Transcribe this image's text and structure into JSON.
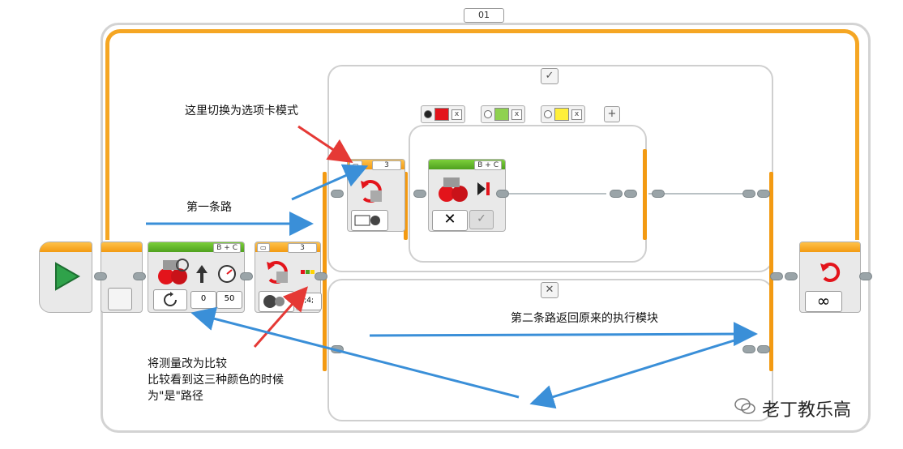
{
  "loop": {
    "label": "01",
    "infinity": "∞"
  },
  "start_block": {
    "name": "start"
  },
  "steering_block": {
    "ports": "B + C",
    "steering_value": "0",
    "power_value": "50"
  },
  "switch_block": {
    "mode_value": "3",
    "param": "[3;4;"
  },
  "inner_switch_block": {
    "mode_value": "3"
  },
  "stop_block": {
    "ports": "B + C"
  },
  "cases": {
    "true_symbol": "✓",
    "false_symbol": "✕"
  },
  "tabs": {
    "add_symbol": "+"
  },
  "annotations": {
    "switch_mode_note": "这里切换为选项卡模式",
    "first_path": "第一条路",
    "second_path": "第二条路返回原来的执行模块",
    "measure_line1": "将测量改为比较",
    "measure_line2": "比较看到这三种颜色的时候",
    "measure_line3": "为\"是\"路径"
  },
  "watermark": "老丁教乐高",
  "colors": {
    "orange": "#f39a12",
    "green": "#4fa11f",
    "blue_arrow": "#3a8fd8",
    "red_arrow": "#e53935",
    "red_swatch": "#e3141b",
    "green_swatch": "#8fd14f",
    "yellow_swatch": "#ffef3a"
  }
}
